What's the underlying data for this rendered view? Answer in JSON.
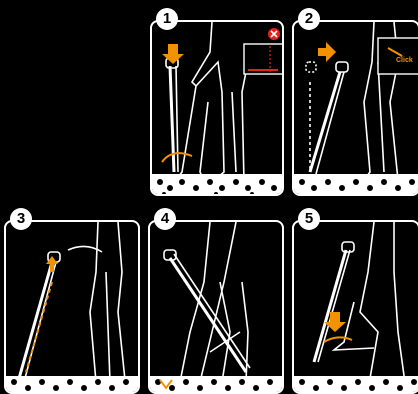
{
  "steps": [
    {
      "number": "1"
    },
    {
      "number": "2",
      "callout": "Click"
    },
    {
      "number": "3"
    },
    {
      "number": "4"
    },
    {
      "number": "5"
    }
  ],
  "colors": {
    "accent": "#f39200",
    "error": "#e2231a",
    "line": "#ffffff",
    "background": "#000000"
  }
}
